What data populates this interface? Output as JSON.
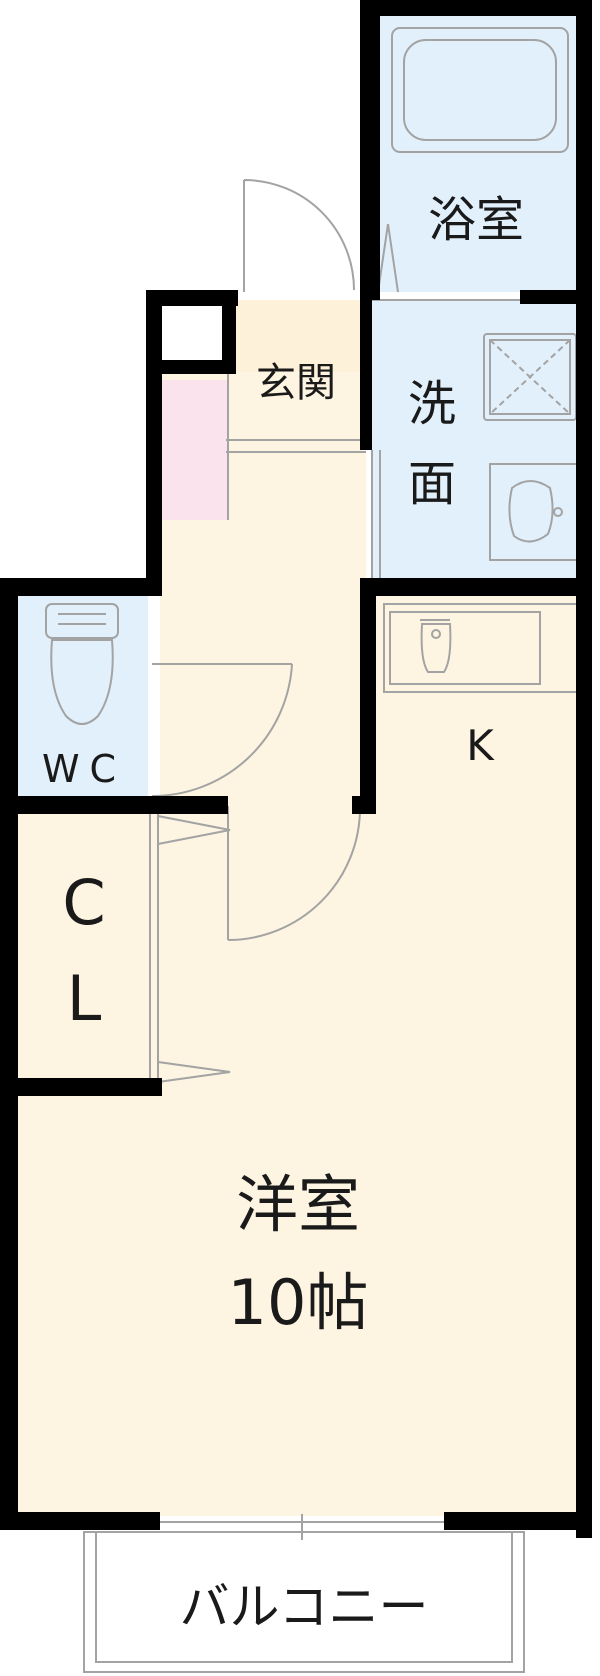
{
  "rooms": {
    "bath": "浴室",
    "entrance": "玄関",
    "washroom_line1": "洗",
    "washroom_line2": "面",
    "wc": "WC",
    "kitchen": "K",
    "closet_line1": "C",
    "closet_line2": "L",
    "western_room": "洋室",
    "western_room_size": "10帖",
    "balcony": "バルコニー"
  },
  "colors": {
    "wall": "#000000",
    "floor_cream": "#fdf5e2",
    "wet_blue": "#e2f0fb",
    "storage_pink": "#fbe3ed",
    "fixture_line": "#a3a3a3",
    "entrance_floor": "#fdf1d9"
  }
}
